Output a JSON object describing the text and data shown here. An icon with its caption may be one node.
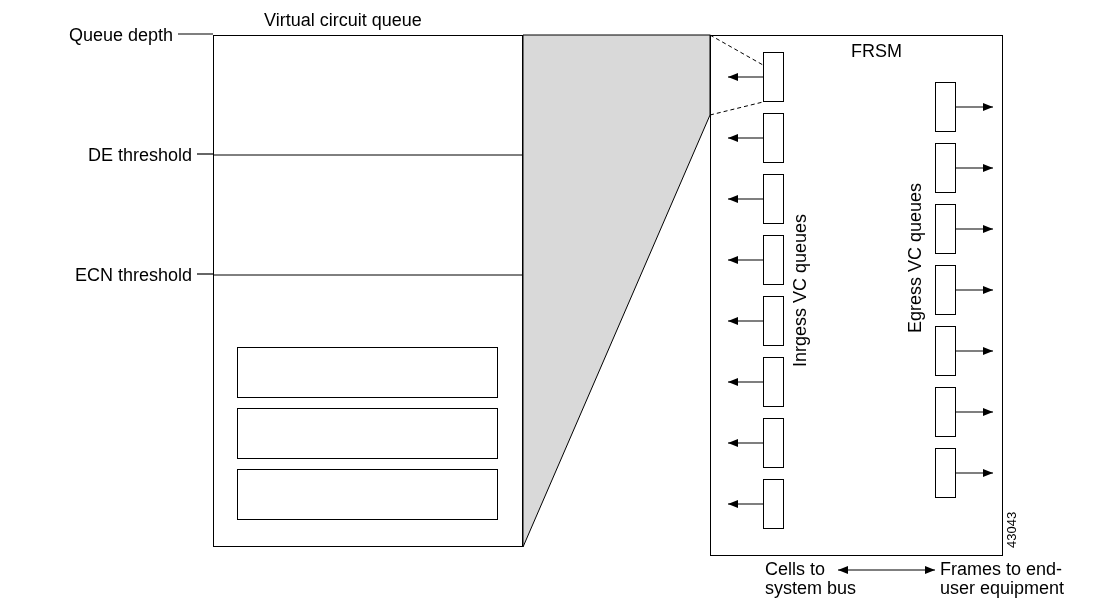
{
  "diagram": {
    "nodes": [
      {
        "text": [
          "Queue depth"
        ]
      },
      {
        "text": [
          "Virtual circuit queue"
        ]
      },
      {
        "text": [
          "DE threshold"
        ]
      },
      {
        "text": [
          "ECN threshold"
        ]
      },
      {
        "text": [],
        "shape": "box",
        "in": 1
      },
      {
        "text": [],
        "shape": "box",
        "in": 1
      },
      {
        "text": [],
        "shape": "box",
        "in": 1
      },
      {
        "text": [
          "FRSM"
        ]
      },
      {
        "text": [],
        "shape": "box",
        "in": 7
      },
      {
        "text": [],
        "shape": "box",
        "in": 7
      },
      {
        "text": [],
        "shape": "box",
        "in": 7
      },
      {
        "text": [],
        "shape": "box",
        "in": 7
      },
      {
        "text": [],
        "shape": "box",
        "in": 7
      },
      {
        "text": [],
        "shape": "box",
        "in": 7
      },
      {
        "text": [],
        "shape": "box",
        "in": 7
      },
      {
        "text": [],
        "shape": "box",
        "in": 7
      },
      {
        "text": [],
        "shape": "box",
        "in": 7
      },
      {
        "text": [],
        "shape": "box",
        "in": 7
      },
      {
        "text": [],
        "shape": "box",
        "in": 7
      },
      {
        "text": [],
        "shape": "box",
        "in": 7
      },
      {
        "text": [],
        "shape": "box",
        "in": 7
      },
      {
        "text": [],
        "shape": "box",
        "in": 7
      },
      {
        "text": [],
        "shape": "box",
        "in": 7
      },
      {
        "text": [
          "Cells to system bus"
        ]
      },
      {
        "text": [
          "Frames to end-user equipment"
        ]
      }
    ],
    "edges": [
      {
        "from": 0,
        "to": 1,
        "arrow": "none"
      },
      {
        "from": 2,
        "to": 1,
        "arrow": "none"
      },
      {
        "from": 3,
        "to": 1,
        "arrow": "none"
      },
      {
        "from": 8,
        "to": null,
        "arrow": "to"
      },
      {
        "from": 9,
        "to": null,
        "arrow": "to"
      },
      {
        "from": 10,
        "to": null,
        "arrow": "to"
      },
      {
        "from": 11,
        "to": null,
        "arrow": "to"
      },
      {
        "from": 12,
        "to": null,
        "arrow": "to"
      },
      {
        "from": 13,
        "to": null,
        "arrow": "to"
      },
      {
        "from": 14,
        "to": null,
        "arrow": "to"
      },
      {
        "from": 15,
        "to": null,
        "arrow": "to"
      },
      {
        "from": 16,
        "to": null,
        "arrow": "to"
      },
      {
        "from": 17,
        "to": null,
        "arrow": "to"
      },
      {
        "from": 18,
        "to": null,
        "arrow": "to"
      },
      {
        "from": 19,
        "to": null,
        "arrow": "to"
      },
      {
        "from": 20,
        "to": null,
        "arrow": "to"
      },
      {
        "from": 21,
        "to": null,
        "arrow": "to"
      },
      {
        "from": 22,
        "to": null,
        "arrow": "to"
      },
      {
        "from": 23,
        "to": 24,
        "arrow": "both"
      }
    ],
    "labels": [
      "Inrgess VC queues",
      "Egress VC queues",
      "43043"
    ]
  }
}
